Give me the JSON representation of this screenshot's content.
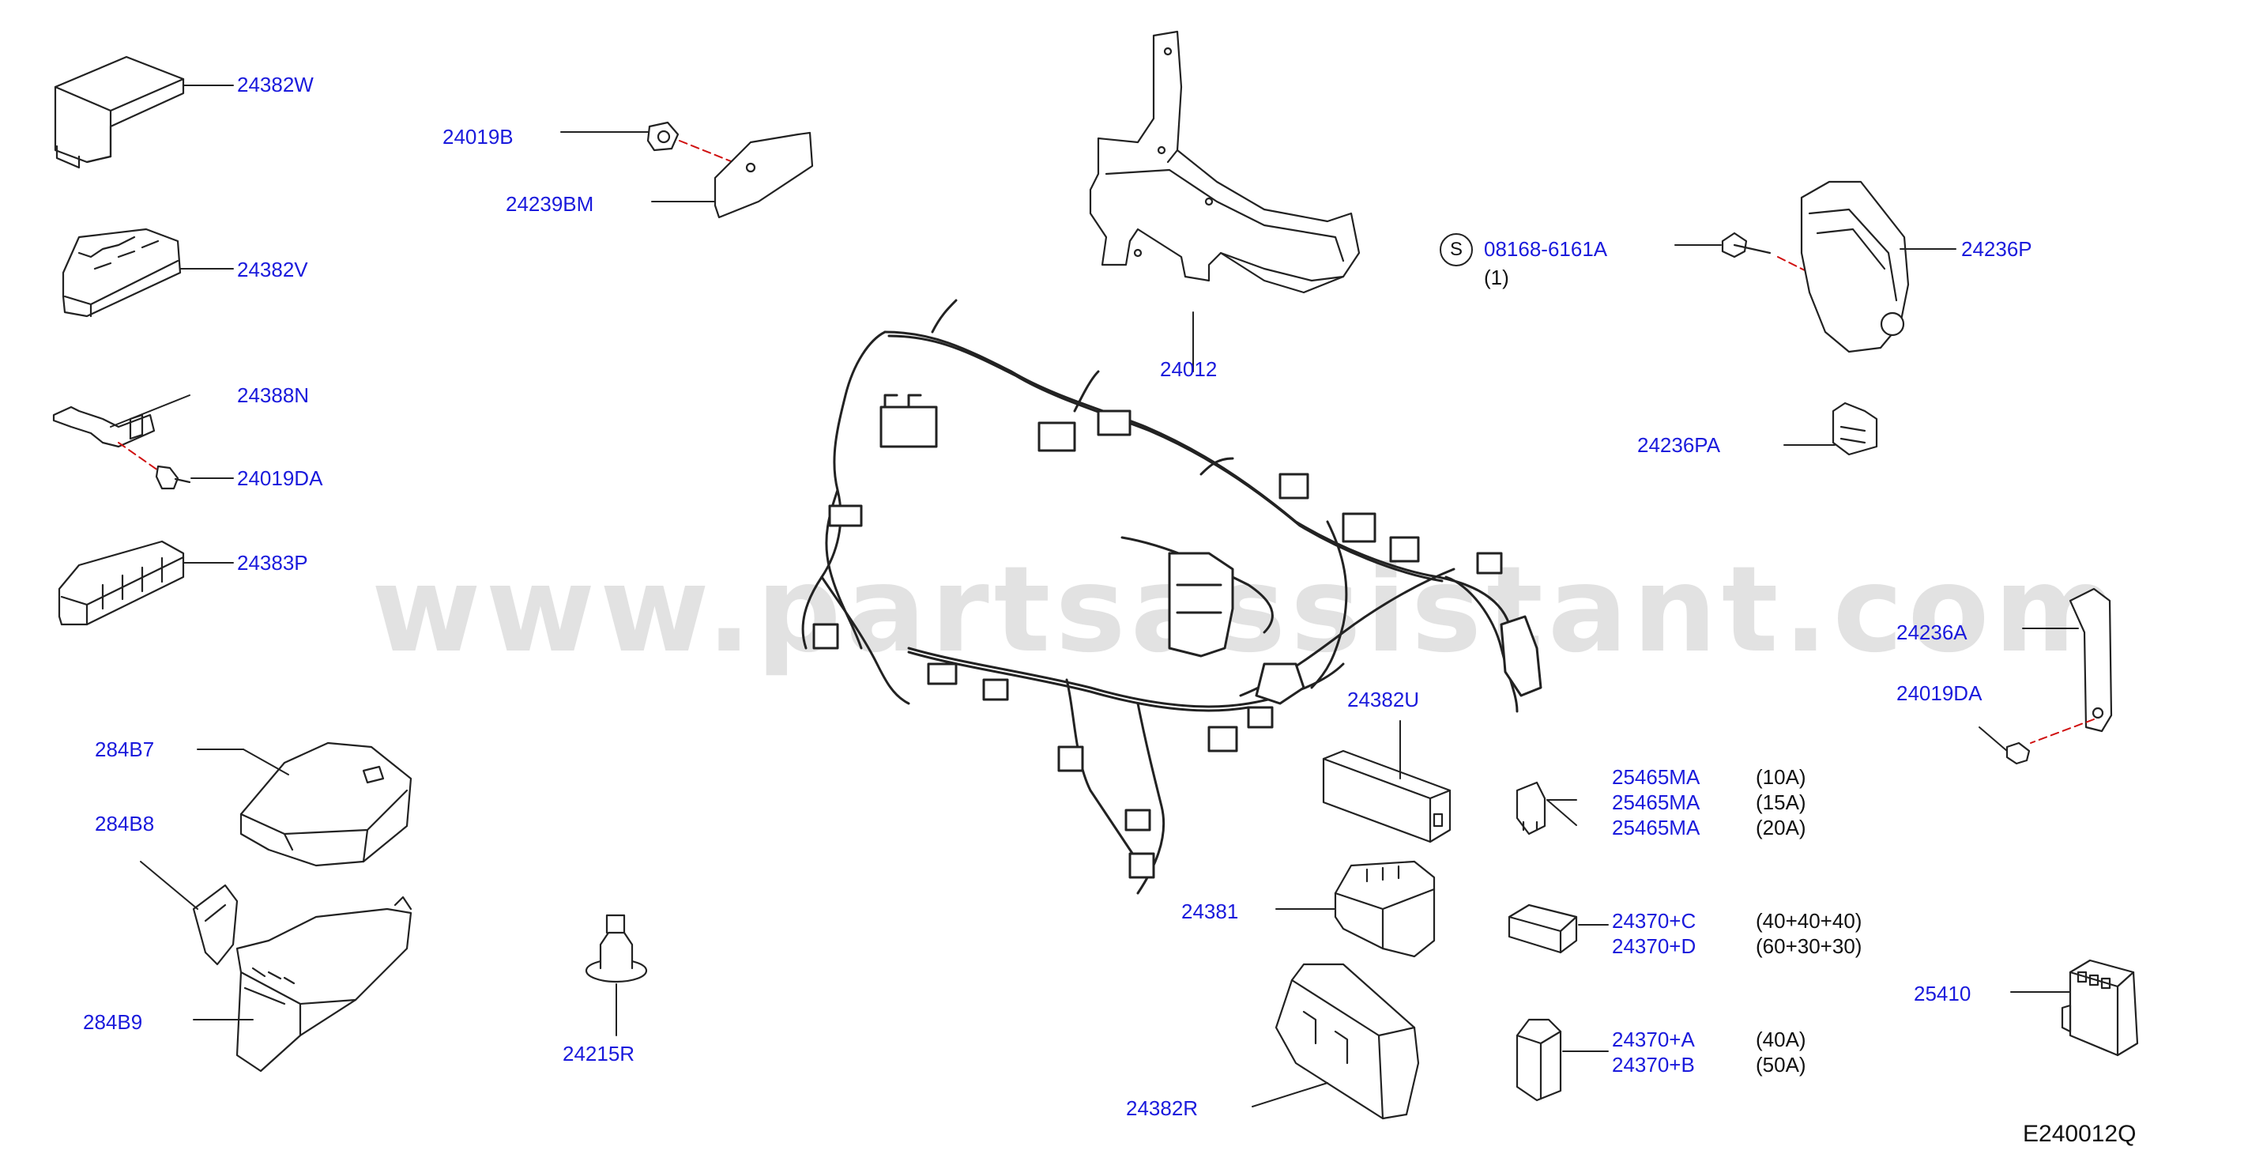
{
  "diagram_code": "E240012Q",
  "watermark": "www.partsassistant.com",
  "colors": {
    "label": "#1a1adc",
    "line": "#222222",
    "leader": "#1a1adc",
    "axis": "#d01010"
  },
  "standard_marker": "S",
  "labels": {
    "p24382W": "24382W",
    "p24019B": "24019B",
    "p24239BM": "24239BM",
    "p24382V": "24382V",
    "p24388N": "24388N",
    "p24019DA_left": "24019DA",
    "p24383P": "24383P",
    "p284B7": "284B7",
    "p284B8": "284B8",
    "p284B9": "284B9",
    "p24215R": "24215R",
    "p24012": "24012",
    "p24382U": "24382U",
    "p24381": "24381",
    "p24382R": "24382R",
    "p08168": "08168-6161A",
    "p08168_qty": "(1)",
    "p24236P": "24236P",
    "p24236PA": "24236PA",
    "p24236A": "24236A",
    "p24019DA_right": "24019DA",
    "p25465MA_1": "25465MA",
    "p25465MA_2": "25465MA",
    "p25465MA_3": "25465MA",
    "p24370C": "24370+C",
    "p24370D": "24370+D",
    "p24370A": "24370+A",
    "p24370B": "24370+B",
    "p25410": "25410"
  },
  "ratings": {
    "r25465MA_1": "(10A)",
    "r25465MA_2": "(15A)",
    "r25465MA_3": "(20A)",
    "r24370C": "(40+40+40)",
    "r24370D": "(60+30+30)",
    "r24370A": "(40A)",
    "r24370B": "(50A)"
  }
}
